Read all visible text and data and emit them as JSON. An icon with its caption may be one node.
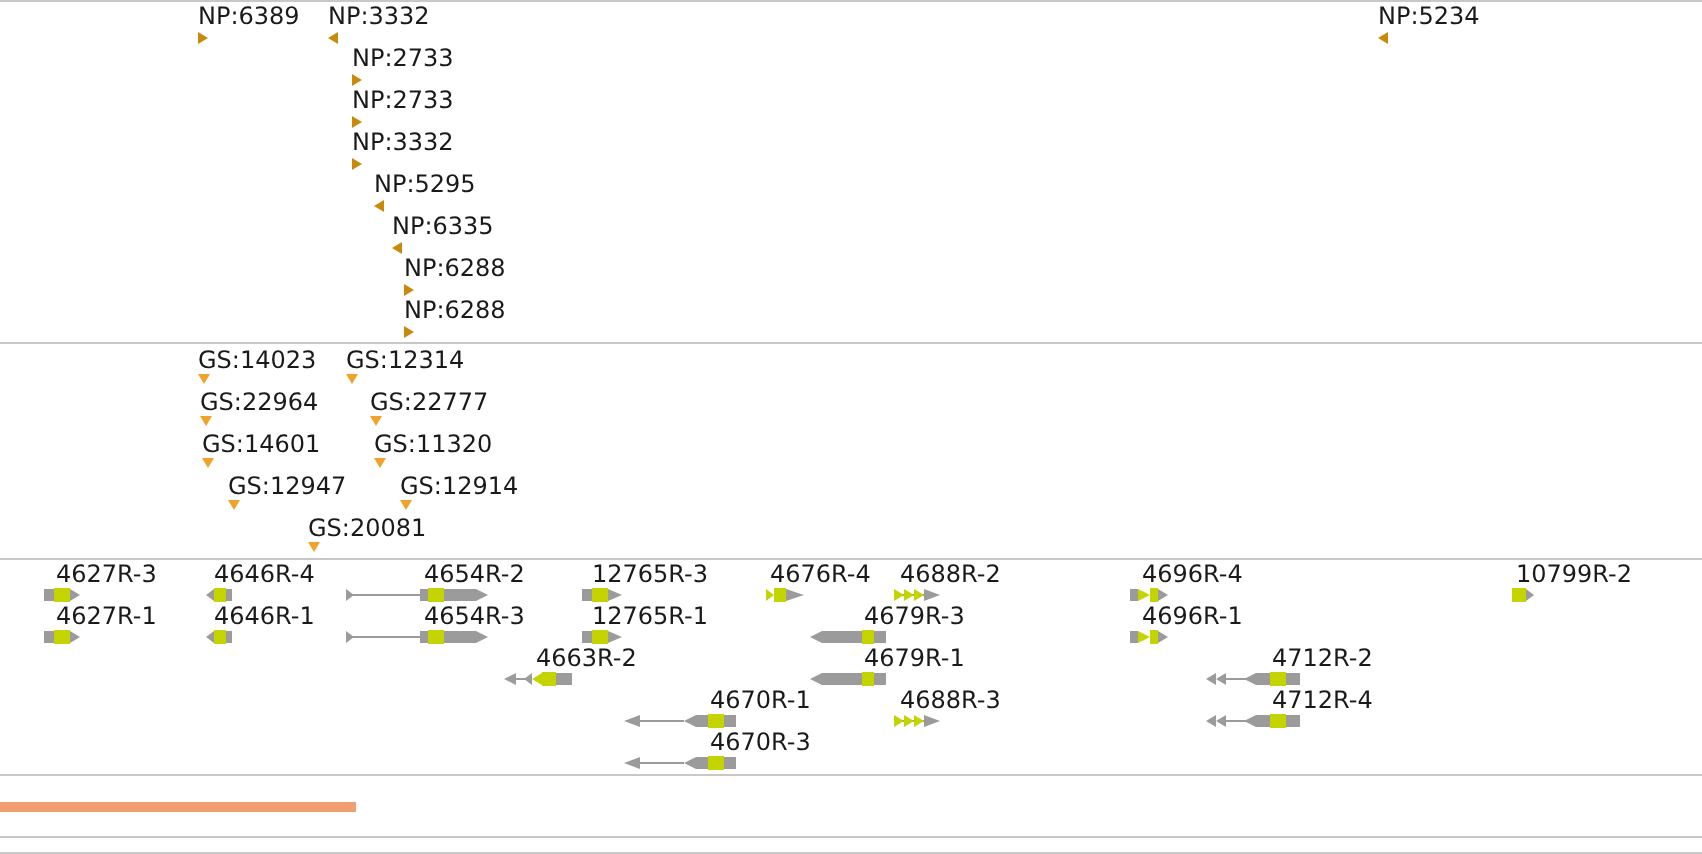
{
  "diagram": {
    "labels": [
      "NP:6389",
      "NP:3332",
      "NP:5234",
      "NP:2733",
      "NP:2733",
      "NP:3332",
      "NP:5295",
      "NP:6335",
      "NP:6288",
      "NP:6288",
      "GS:14023",
      "GS:12314",
      "GS:22964",
      "GS:22777",
      "GS:14601",
      "GS:11320",
      "GS:12947",
      "GS:12914",
      "GS:20081",
      "4627R-3",
      "4646R-4",
      "4654R-2",
      "12765R-3",
      "4676R-4",
      "4688R-2",
      "4696R-4",
      "10799R-2",
      "4627R-1",
      "4646R-1",
      "4654R-3",
      "12765R-1",
      "4679R-3",
      "4696R-1",
      "4663R-2",
      "4679R-1",
      "4712R-2",
      "4670R-1",
      "4688R-3",
      "4712R-4",
      "4670R-3"
    ]
  }
}
